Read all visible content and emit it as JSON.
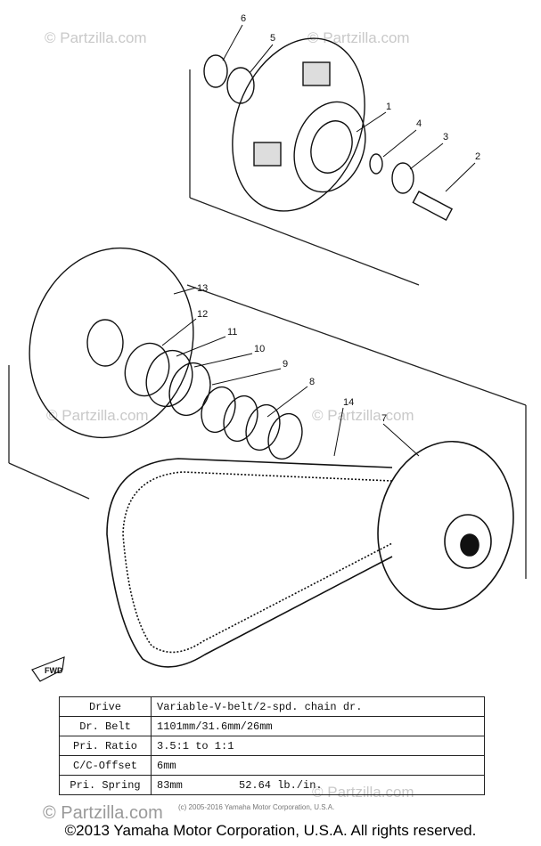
{
  "watermarks": {
    "site": "Partzilla.com",
    "symbol": "©",
    "bottom": "© Partzilla.com",
    "small_copyright": "(c) 2005-2016 Yamaha Motor Corporation, U.S.A."
  },
  "callouts": [
    "1",
    "2",
    "3",
    "4",
    "5",
    "6",
    "7",
    "8",
    "9",
    "10",
    "11",
    "12",
    "13",
    "14"
  ],
  "direction_marker": "FWD",
  "spec_table": {
    "rows": [
      {
        "label": "Drive",
        "value": "Variable-V-belt/2-spd. chain dr."
      },
      {
        "label": "Dr. Belt",
        "value": "1101mm/31.6mm/26mm"
      },
      {
        "label": "Pri. Ratio",
        "value": "3.5:1  to  1:1"
      },
      {
        "label": "C/C-Offset",
        "value": "6mm"
      },
      {
        "label": "Pri. Spring",
        "value": "83mm",
        "value2": "52.64 lb./in."
      }
    ]
  },
  "copyright": "©2013 Yamaha Motor Corporation, U.S.A. All rights reserved."
}
